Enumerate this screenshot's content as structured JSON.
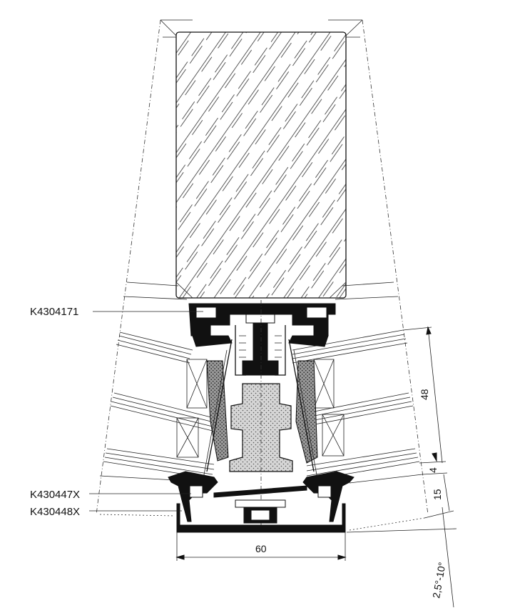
{
  "labels": {
    "top_part": "K4304171",
    "bottom_part_1": "K430447X",
    "bottom_part_2": "K430448X"
  },
  "dimensions": {
    "width": "60",
    "height_48": "48",
    "height_4": "4",
    "height_15": "15",
    "angle": "2,5°-10°"
  }
}
